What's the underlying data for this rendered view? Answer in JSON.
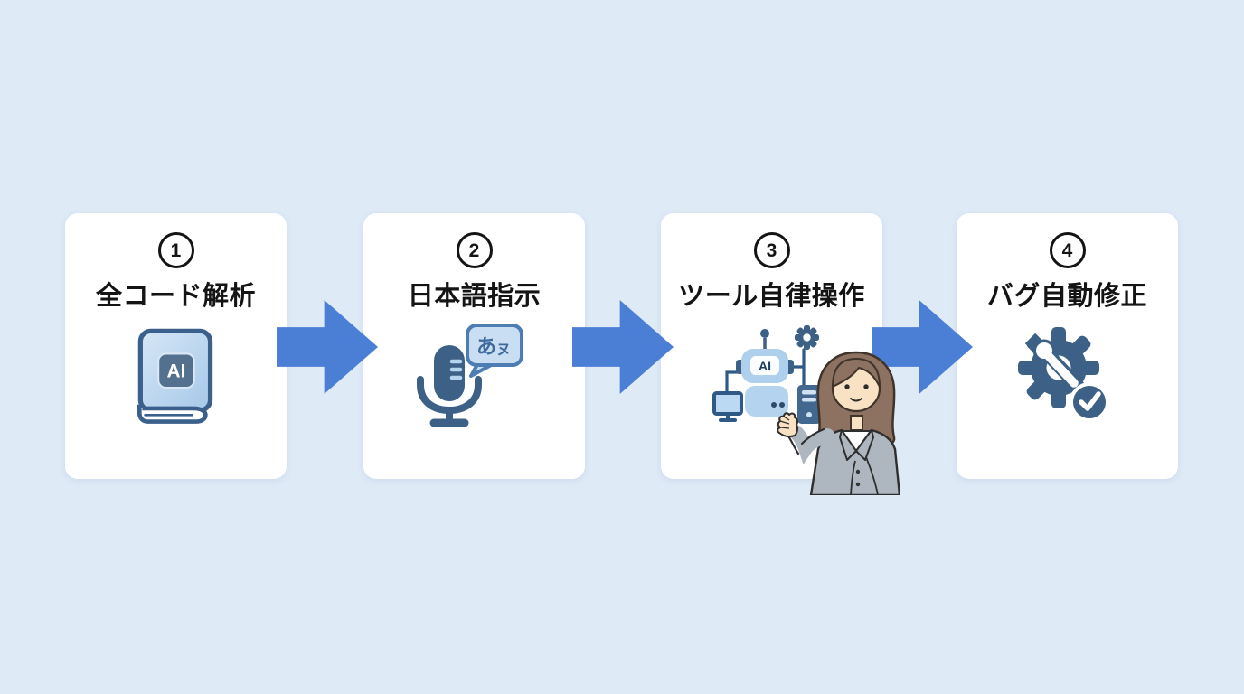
{
  "colors": {
    "page_background": "#dfeaf7",
    "card_background": "#ffffff",
    "arrow_blue": "#4b7ed5",
    "icon_dark_blue": "#3d6186",
    "icon_light_blue": "#b7d4ee",
    "icon_outline_navy": "#3b608c",
    "title_text": "#141414"
  },
  "steps": [
    {
      "number": "1",
      "title": "全コード解析",
      "icon": "ai-book-icon",
      "icon_label": "AI"
    },
    {
      "number": "2",
      "title": "日本語指示",
      "icon": "microphone-speech-bubble-icon",
      "bubble_chars": {
        "first": "あ",
        "second": "ヌ"
      }
    },
    {
      "number": "3",
      "title": "ツール自律操作",
      "icon": "robot-devices-icon",
      "icon_label": "AI"
    },
    {
      "number": "4",
      "title": "バグ自動修正",
      "icon": "gear-wrench-check-icon"
    }
  ],
  "decorations": {
    "flow_arrow_count": "3",
    "presenter_illustration": "woman-in-gray-suit-presenting"
  }
}
